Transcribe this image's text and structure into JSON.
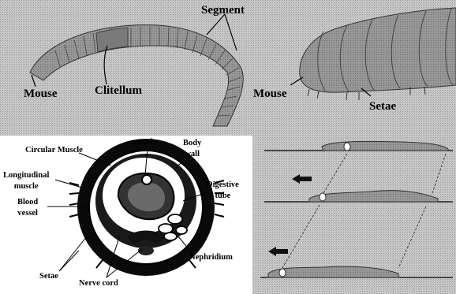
{
  "labels": {
    "segment": "Segment",
    "mouse_left": "Mouse",
    "clitellum": "Clitellum",
    "mouse_right": "Mouse",
    "setae_right": "Setae",
    "circular_muscle": "Circular Muscle",
    "vessel": "vessel",
    "body_wall_1": "Body",
    "body_wall_2": "wall",
    "longitudinal_1": "Longitudinal",
    "longitudinal_2": "muscle",
    "digestive_1": "Digestive",
    "digestive_2": "tube",
    "blood_vessel_1": "Blood",
    "blood_vessel_2": "vessel",
    "nephridium": "Nephridium",
    "setae_bottom": "Setae",
    "nerve_cord": "Nerve cord"
  },
  "colors": {
    "background_texture": "#c4c4c4",
    "worm_fill": "#8a8a8a",
    "section_ring": "#0a0a0a",
    "motion_arrow": "#111111"
  }
}
